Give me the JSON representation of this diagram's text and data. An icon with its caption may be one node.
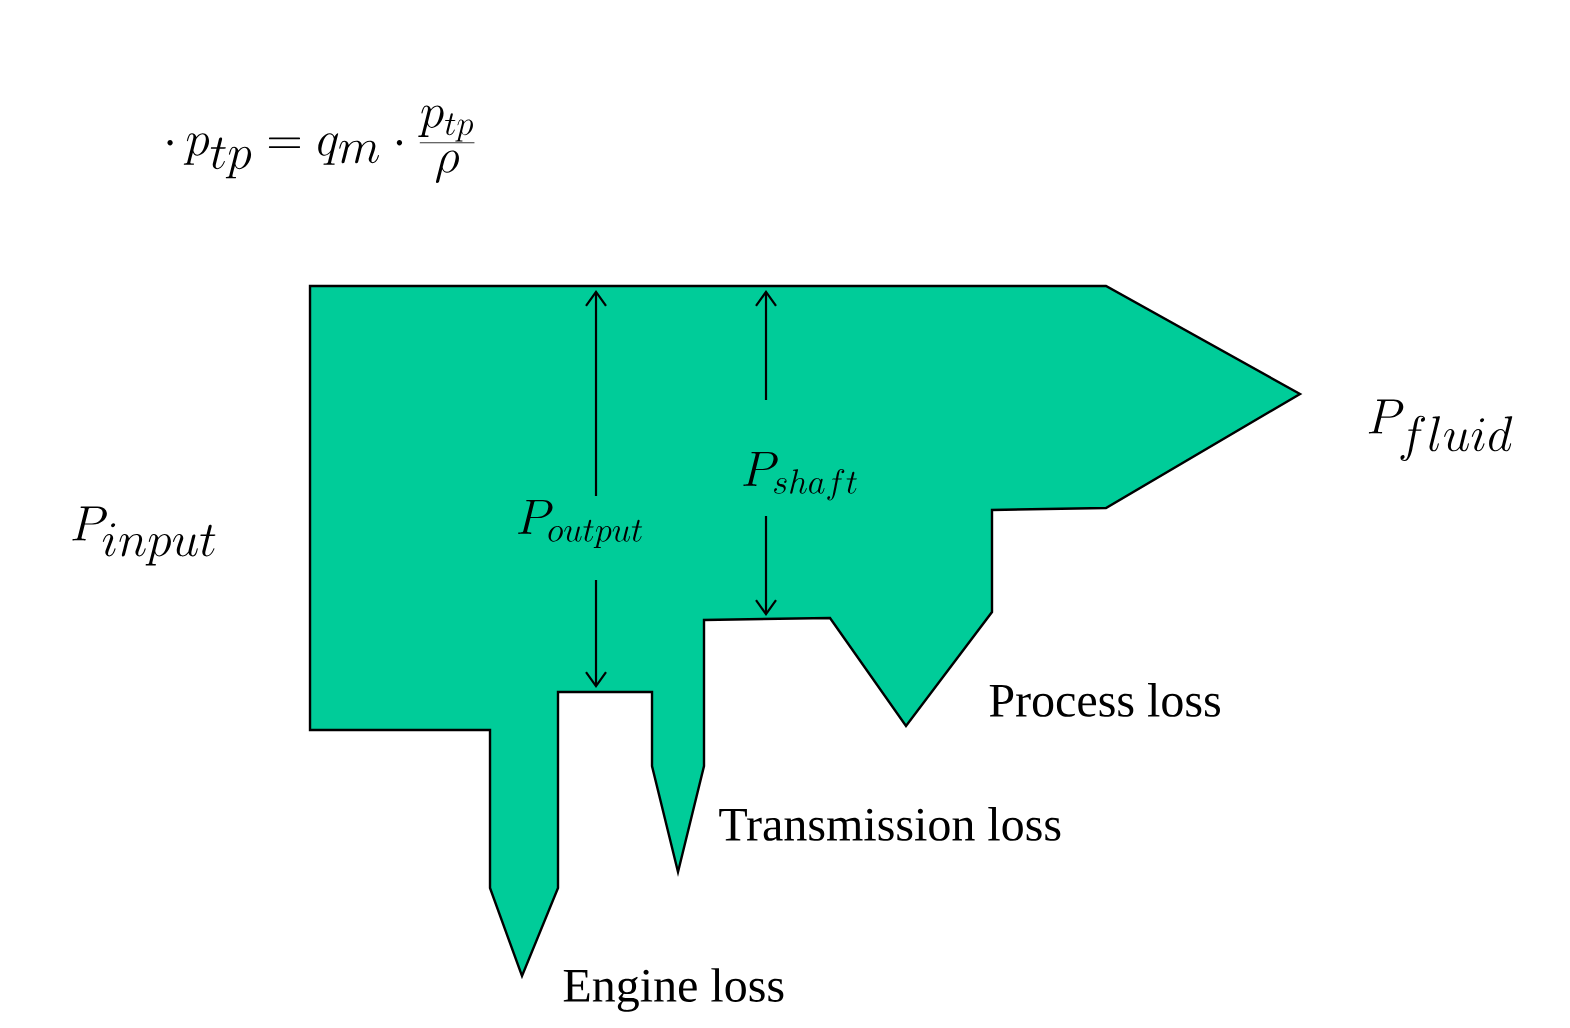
{
  "diagram": {
    "labels": [
      "\\cdot\\, p_{tp} = q_m \\cdot \\frac{p_{tp}}{\\rho}",
      "P_{input}",
      "P_{output}",
      "P_{shaft}",
      "P_{fluid}",
      "Process loss",
      "Transmission loss",
      "Engine loss"
    ]
  }
}
